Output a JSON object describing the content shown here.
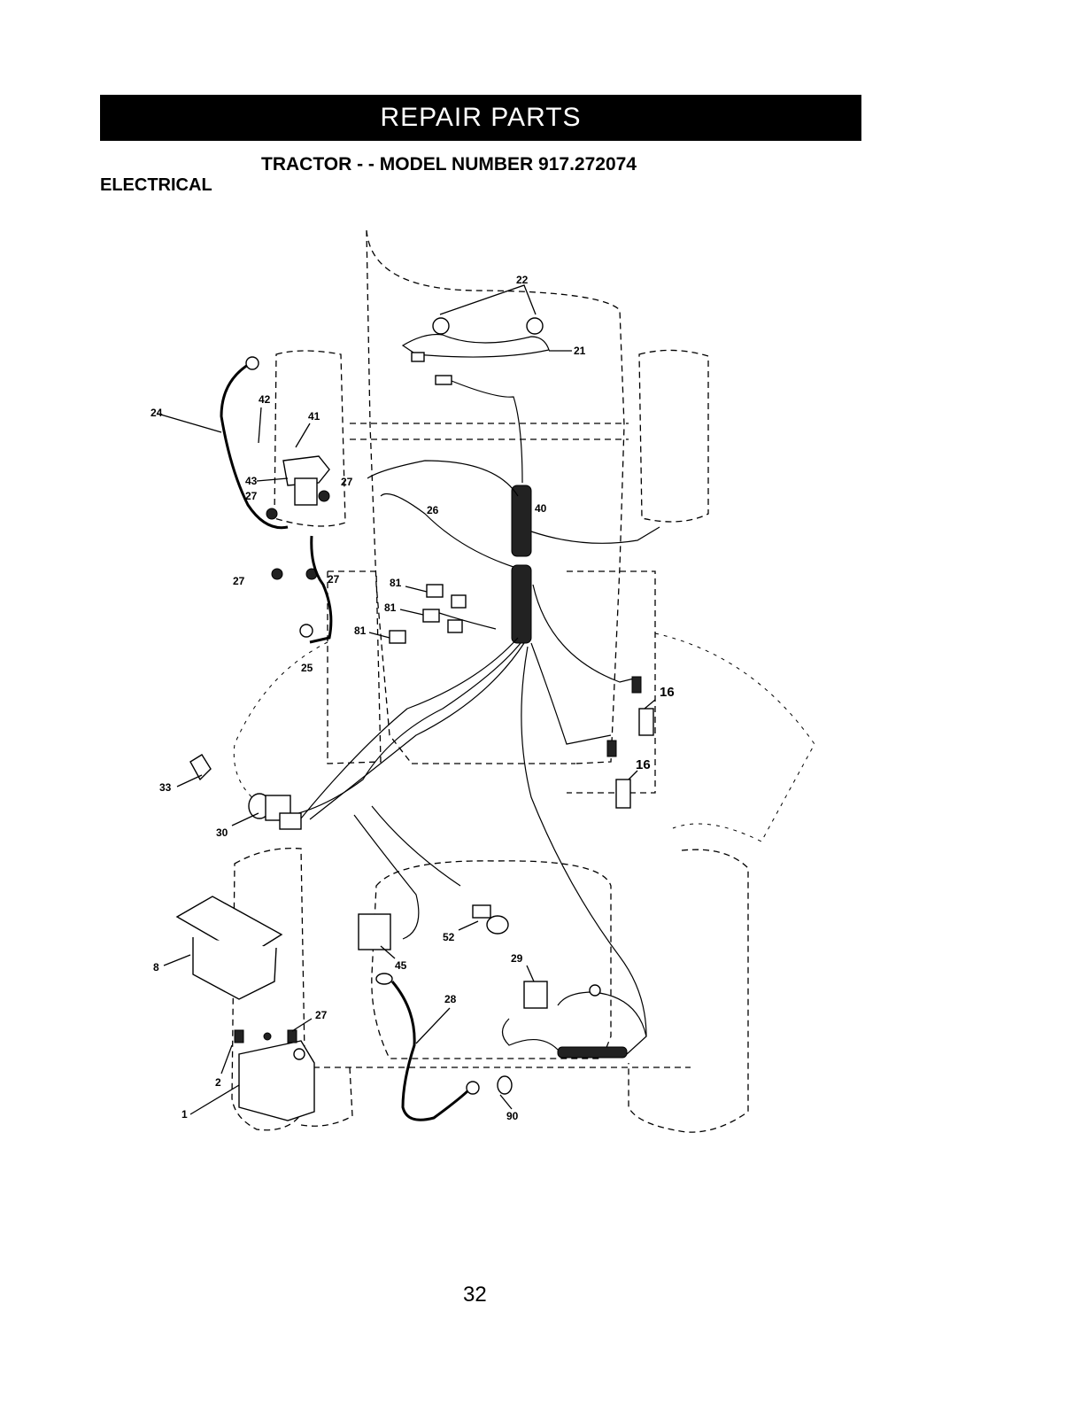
{
  "header": {
    "banner": "REPAIR PARTS",
    "model_title": "TRACTOR - - MODEL NUMBER 917.272074",
    "section": "ELECTRICAL"
  },
  "callouts": {
    "c22": "22",
    "c21": "21",
    "c24": "24",
    "c42": "42",
    "c41": "41",
    "c43": "43",
    "c27a": "27",
    "c27b": "27",
    "c27c": "27",
    "c27d": "27",
    "c27e": "27",
    "c26": "26",
    "c40": "40",
    "c81a": "81",
    "c81b": "81",
    "c81c": "81",
    "c25": "25",
    "c16a": "16",
    "c16b": "16",
    "c33": "33",
    "c30": "30",
    "c8": "8",
    "c52": "52",
    "c45": "45",
    "c29": "29",
    "c28": "28",
    "c2": "2",
    "c1": "1",
    "c90": "90"
  },
  "footer": {
    "page_number": "32"
  }
}
